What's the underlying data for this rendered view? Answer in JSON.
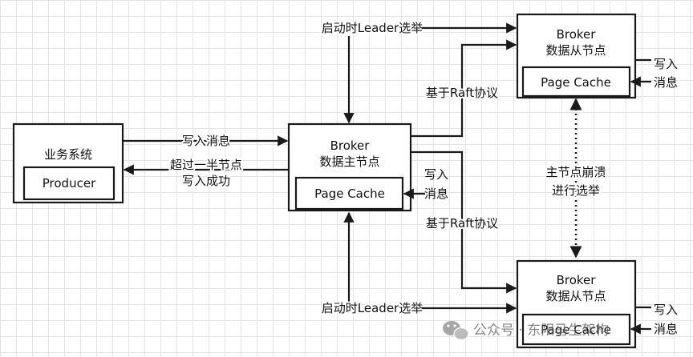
{
  "nodes": {
    "business_system": {
      "title": "业务系统",
      "inner": "Producer"
    },
    "master": {
      "title_line1": "Broker",
      "title_line2": "数据主节点",
      "inner": "Page Cache",
      "side_label_line1": "写入",
      "side_label_line2": "消息"
    },
    "slave_top": {
      "title_line1": "Broker",
      "title_line2": "数据从节点",
      "inner": "Page Cache",
      "side_label_line1": "写入",
      "side_label_line2": "消息"
    },
    "slave_bottom": {
      "title_line1": "Broker",
      "title_line2": "数据从节点",
      "inner": "Page Cache",
      "side_label_line1": "写入",
      "side_label_line2": "消息"
    }
  },
  "edges": {
    "write_message": "写入消息",
    "ack_line1": "超过一半节点",
    "ack_line2": "写入成功",
    "election_top": "启动时Leader选举",
    "election_bottom": "启动时Leader选举",
    "raft_top": "基于Raft协议",
    "raft_bottom": "基于Raft协议",
    "failover_line1": "主节点崩溃",
    "failover_line2": "进行选举"
  },
  "watermark": {
    "text": "公众号 · 东阳马生架构",
    "icon": "wechat-icon"
  }
}
